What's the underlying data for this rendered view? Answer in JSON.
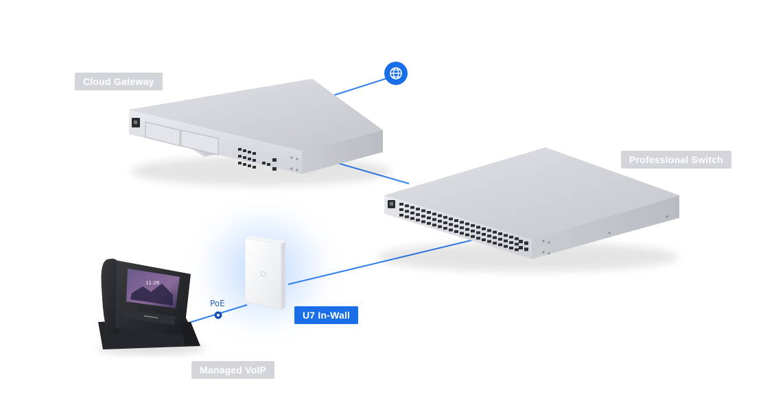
{
  "labels": {
    "gateway": "Cloud Gateway",
    "switch": "Professional Switch",
    "access_point": "U7 In-Wall",
    "voip": "Managed VoIP",
    "poe": "PoE"
  },
  "phone_screen": {
    "time": "11:28"
  },
  "icons": {
    "internet": "globe-icon",
    "poe": "poe-dot-icon"
  },
  "colors": {
    "link": "#2f7ff0",
    "accent": "#1a6fe8",
    "label_bg": "#d3d5da",
    "device": "#c9ccd2"
  }
}
